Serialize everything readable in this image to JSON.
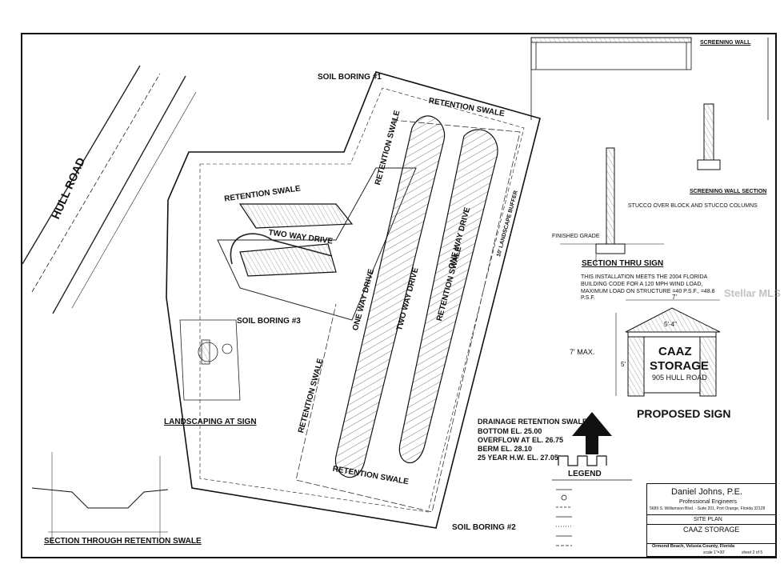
{
  "road": {
    "name": "HULL ROAD"
  },
  "labels": {
    "soil_boring_1": "SOIL BORING #1",
    "soil_boring_2": "SOIL BORING #2",
    "soil_boring_3": "SOIL BORING #3",
    "retention_swale": "RETENTION SWALE",
    "two_way_drive": "TWO WAY DRIVE",
    "one_way_drive": "ONE WAY DRIVE",
    "landscape_buffer": "10' LANDSCAPE BUFFER",
    "landscaping_at_sign": "LANDSCAPING AT SIGN",
    "section_through_swale": "SECTION THROUGH RETENTION SWALE",
    "screening_wall": "SCREENING WALL",
    "screening_wall_section": "SCREENING WALL SECTION",
    "section_thru_sign": "SECTION THRU SIGN",
    "proposed_sign": "PROPOSED SIGN",
    "legend": "LEGEND",
    "stucco_over_block": "STUCCO OVER BLOCK AND STUCCO COLUMNS",
    "finished_grade": "FINISHED GRADE",
    "sign_code_note": "THIS INSTALLATION MEETS THE 2004 FLORIDA BUILDING CODE FOR A 120 MPH WIND LOAD, MAXIMUM LOAD ON STRUCTURE =40 P.S.F., =48.8 P.S.F."
  },
  "drainage": {
    "title": "DRAINAGE RETENTION SWALE",
    "bottom": "BOTTOM EL. 25.00",
    "overflow": "OVERFLOW AT EL. 26.75",
    "berm": "BERM EL. 28.10",
    "hw": "25 YEAR H.W. EL. 27.05"
  },
  "sign": {
    "line1": "CAAZ",
    "line2": "STORAGE",
    "address": "905 HULL ROAD",
    "max_height": "7' MAX.",
    "dim_width": "7'",
    "dim_inner": "5'-4\"",
    "dim_5": "5'"
  },
  "title_block": {
    "engineer": "Daniel Johns, P.E.",
    "firm": "Professional Engineers",
    "address": "5689 S. Williamson Blvd. - Suite 201, Port Orange, Florida 32128",
    "sheet_type": "SITE PLAN",
    "project": "CAAZ STORAGE",
    "location": "Ormond Beach, Volusia County, Florida",
    "scale": "scale 1\"=30'",
    "sheet": "sheet 2 of 5"
  },
  "watermark": "Stellar MLS"
}
